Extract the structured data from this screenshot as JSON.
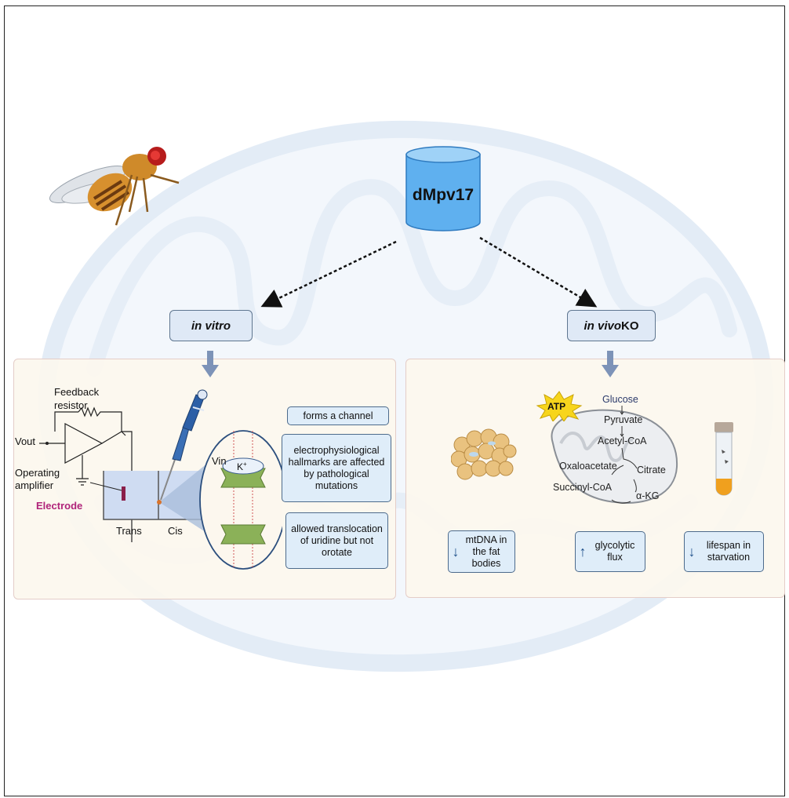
{
  "center": {
    "label": "dMpv17"
  },
  "branches": {
    "left": {
      "label_italic": "in vitro",
      "label_suffix": ""
    },
    "right": {
      "label_italic": "in vivo",
      "label_suffix": " KO"
    }
  },
  "in_vitro": {
    "circuit": {
      "feedback": "Feedback",
      "resistor": "resistor",
      "vout": "Vout",
      "operating": "Operating",
      "amplifier": "amplifier",
      "electrode": "Electrode",
      "trans": "Trans",
      "cis": "Cis",
      "vin": "Vin",
      "ion": "K",
      "ion_charge": "+"
    },
    "findings": [
      "forms a channel",
      "electrophysiological hallmarks are affected by pathological mutations",
      "allowed translocation of uridine but not orotate"
    ]
  },
  "in_vivo": {
    "atp": "ATP",
    "pathway": {
      "glucose": "Glucose",
      "pyruvate": "Pyruvate",
      "acetyl_coa": "Acetyl-CoA",
      "citrate": "Citrate",
      "alpha_kg": "α-KG",
      "succinyl_coa": "Succinyl-CoA",
      "oxaloacetate": "Oxaloacetate"
    },
    "effects": [
      {
        "direction": "down",
        "arrow": "↓",
        "text": "mtDNA in the fat bodies"
      },
      {
        "direction": "up",
        "arrow": "↑",
        "text": "glycolytic flux"
      },
      {
        "direction": "down",
        "arrow": "↓",
        "text": "lifespan in starvation"
      }
    ]
  },
  "colors": {
    "cylinder": "#5fb0ef",
    "label_box": "#dfe9f6",
    "panel": "#fcf7ee",
    "electrode": "#b0247a",
    "arrow_blue": "#1e4f8a",
    "background_mito": "#eaf1f9"
  }
}
